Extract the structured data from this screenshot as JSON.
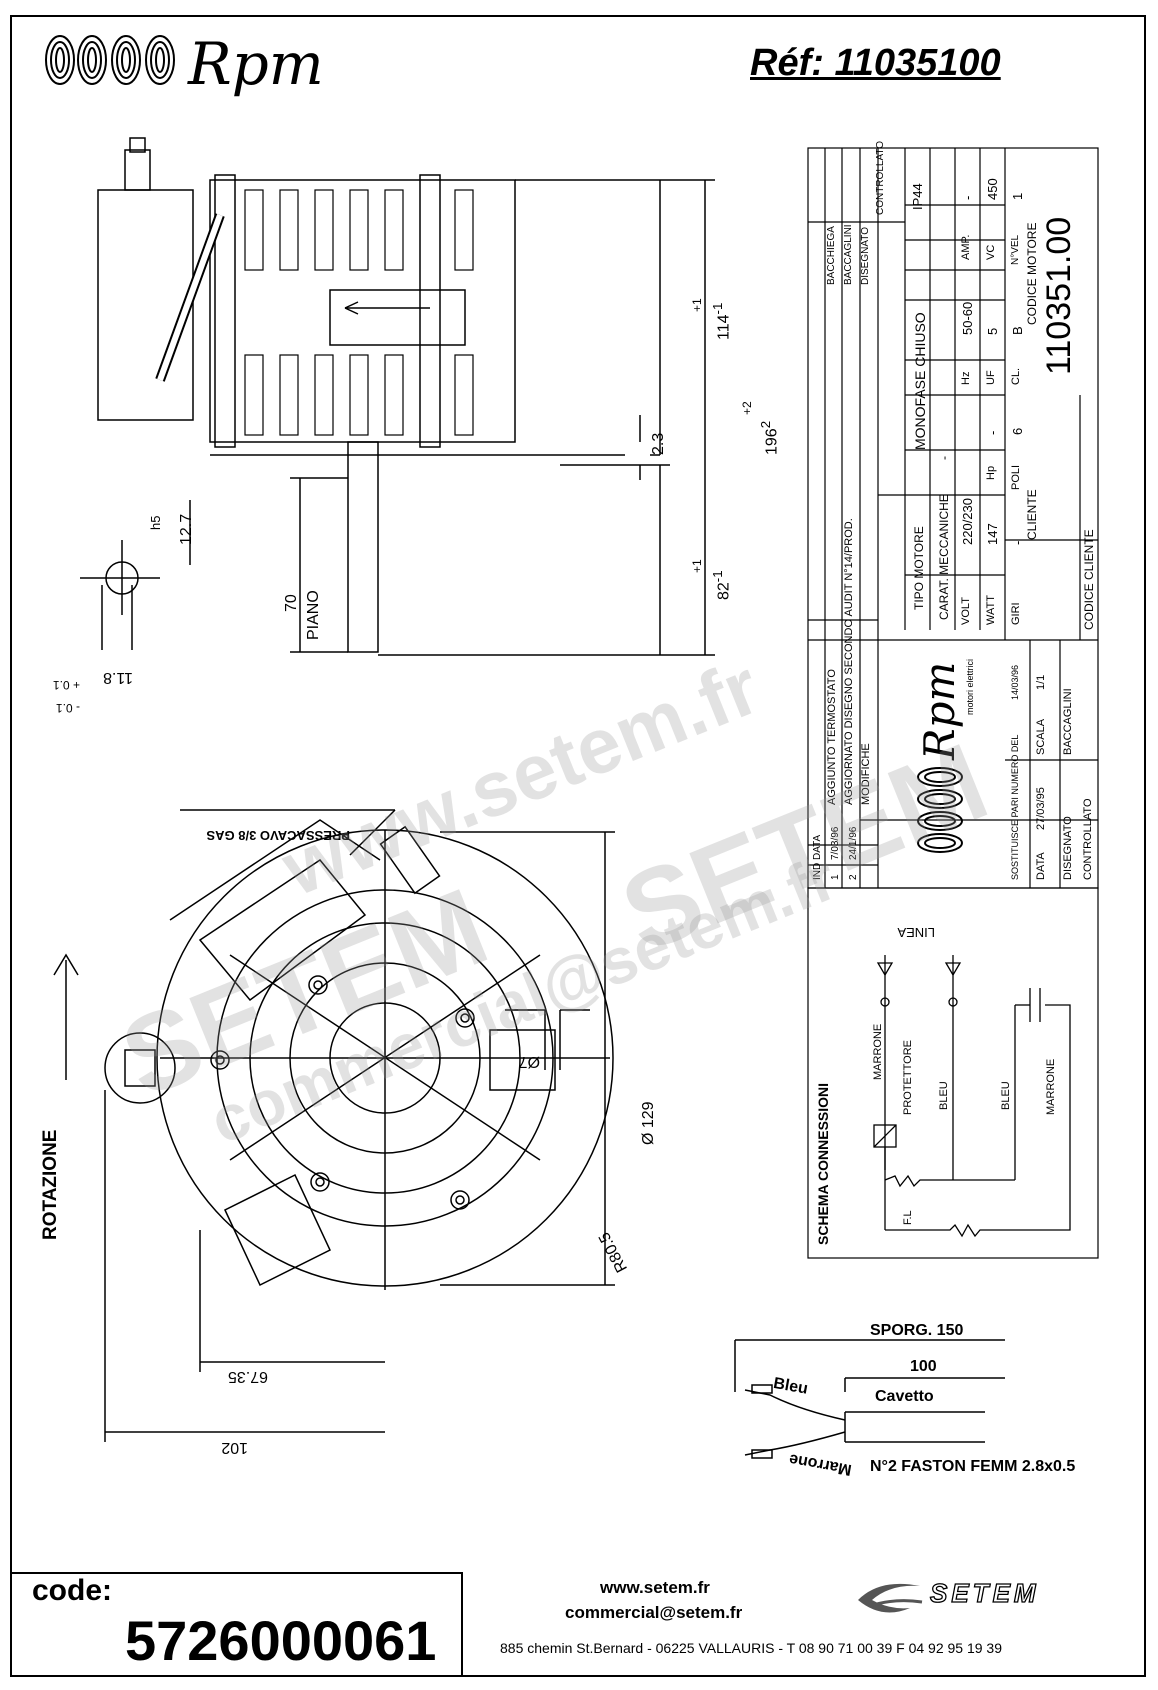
{
  "header": {
    "brand": "Rpm",
    "reference": "Réf:  11035100"
  },
  "drawing": {
    "dims": {
      "d114": "114",
      "d114_tol_up": "+1",
      "d114_tol_dn": "-1",
      "d196": "196",
      "d196_tol_up": "+2",
      "d196_tol_dn": "2",
      "d82": "82",
      "d82_tol_up": "+1",
      "d82_tol_dn": "-1",
      "d23": "2.3",
      "d70": "70",
      "piano": "PIANO",
      "h5": "h5",
      "d127": "12.7",
      "d118": "11.8",
      "d118_tol_up": "+ 0.1",
      "d118_tol_dn": "- 0.1",
      "pressacavo": "PRESSACAVO 3/8 GAS",
      "rotazione": "ROTAZIONE",
      "d7": "Ø7",
      "d129": "Ø 129",
      "r80": "R80.5",
      "d6735": "67.35",
      "d102": "102"
    },
    "cable": {
      "sporg": "SPORG. 150",
      "d100": "100",
      "cavetto": "Cavetto",
      "bleu": "Bleu",
      "marrone": "Marrone",
      "faston": "N°2 FASTON FEMM 2.8x0.5"
    }
  },
  "title_block": {
    "revisions": [
      {
        "ind": "2",
        "data": "24/1/96",
        "text": "AGGIUNTO TERMOSTATO",
        "by": "BACCHIEGA"
      },
      {
        "ind": "1",
        "data": "7/03/96",
        "text": "AGGIORNATO DISEGNO SECONDO AUDIT N°14/PROD.",
        "by": "BACCAGLINI"
      },
      {
        "ind": "IND",
        "data": "DATA",
        "text": "MODIFICHE",
        "by": "DISEGNATO"
      }
    ],
    "controllato_hdr": "CONTROLLATO",
    "tipo_motore_lbl": "TIPO MOTORE",
    "tipo_motore": "MONOFASE CHIUSO",
    "ip": "IP44",
    "carat_lbl": "CARAT. MECCANICHE",
    "carat_val": "-",
    "volt_lbl": "VOLT",
    "volt": "220/230",
    "hz_lbl": "Hz",
    "hz": "50-60",
    "amp_lbl": "AMP.",
    "amp": "-",
    "watt_lbl": "WATT",
    "watt": "147",
    "hp_lbl": "Hp",
    "hp": "-",
    "uf_lbl": "UF",
    "uf": "5",
    "vc_lbl": "VC",
    "vc": "450",
    "giri_lbl": "GIRI",
    "giri": "-",
    "poli_lbl": "POLI",
    "poli": "6",
    "cl_lbl": "CL.",
    "cl": "B",
    "nvel_lbl": "N°VEL",
    "nvel": "1",
    "cliente_lbl": "CLIENTE",
    "codice_motore_lbl": "CODICE MOTORE",
    "codice_motore": "110351.00",
    "codice_cliente_lbl": "CODICE CLIENTE",
    "brand": "Rpm",
    "brand_sub": "motori elettrici",
    "sostituisce": "SOSTITUISCE PARI NUMERO DEL",
    "sost_data": "14/03/96",
    "data_lbl": "DATA",
    "data": "27/03/95",
    "scala_lbl": "SCALA",
    "scala": "1/1",
    "disegnato_lbl": "DISEGNATO",
    "disegnato": "BACCAGLINI",
    "controllato_lbl": "CONTROLLATO"
  },
  "schema": {
    "title": "SCHEMA CONNESSIONI",
    "linea": "LINEA",
    "marrone1": "MARRONE",
    "protettore": "PROTETTORE",
    "bleu1": "BLEU",
    "bleu2": "BLEU",
    "marrone2": "MARRONE",
    "fl": "F.L"
  },
  "footer": {
    "code_label": "code:",
    "code": "5726000061",
    "website": "www.setem.fr",
    "email": "commercial@setem.fr",
    "company": "SETEM",
    "address": "885 chemin St.Bernard  -  06225 VALLAURIS  -  T 08 90 71 00 39   F 04 92 95 19 39"
  },
  "watermark": {
    "site": "www.setem.fr",
    "name": "SETEM",
    "email": "commercial@setem.fr"
  }
}
